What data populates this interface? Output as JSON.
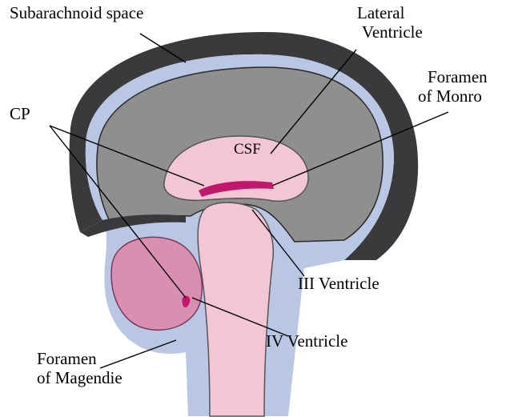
{
  "labels": {
    "subarachnoid": "Subarachnoid space",
    "lateral_line1": "Lateral",
    "lateral_line2": "Ventricle",
    "monro_line1": "Foramen",
    "monro_line2": "of Monro",
    "cp": "CP",
    "csf": "CSF",
    "third_ventricle": "III Ventricle",
    "fourth_ventricle": "IV Ventricle",
    "magendie_line1": "Foramen",
    "magendie_line2": "of Magendie"
  },
  "colors": {
    "skull": "#3a3a3c",
    "csf_space": "#b9c6e4",
    "brain": "#8f8f8f",
    "ventricle": "#f3c6d6",
    "cerebellum": "#d98fb2",
    "choroid_plexus": "#c0186a"
  }
}
